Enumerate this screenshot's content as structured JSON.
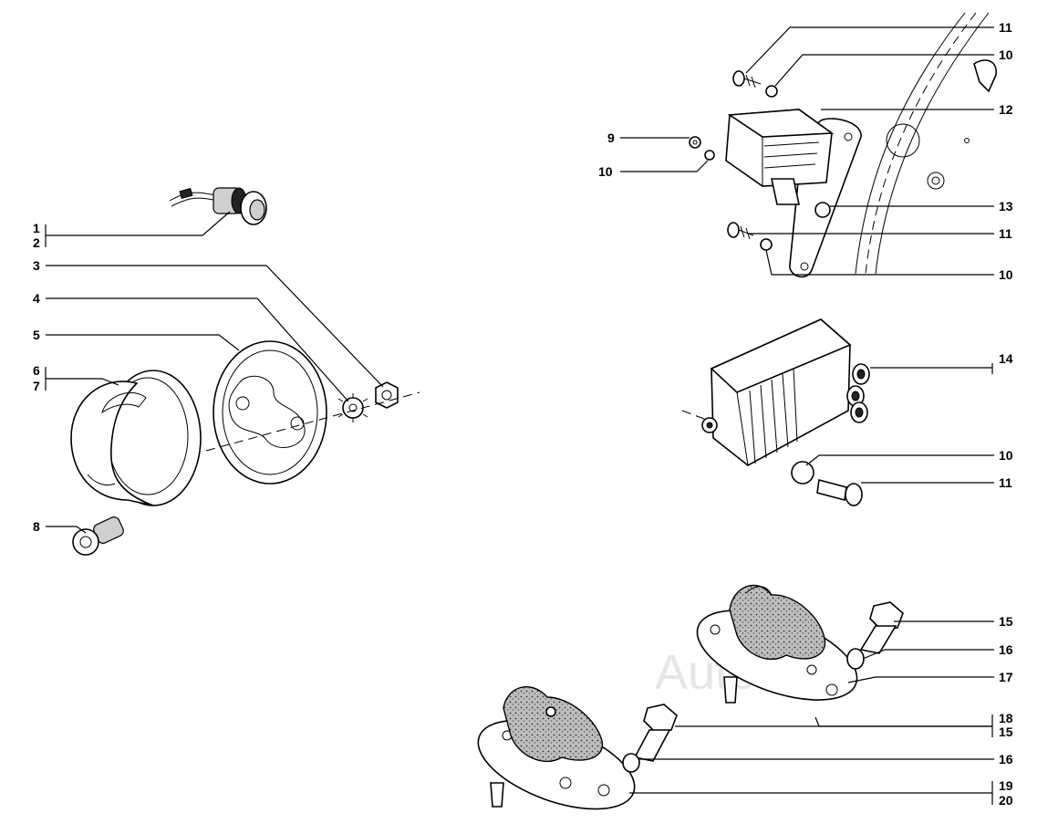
{
  "watermark": "AutoSoft",
  "callouts": {
    "c1": "1",
    "c2": "2",
    "c3": "3",
    "c4": "4",
    "c5": "5",
    "c6": "6",
    "c7": "7",
    "c8": "8",
    "c9": "9",
    "c10a": "10",
    "c11a": "11",
    "c10b": "10",
    "c12": "12",
    "c13": "13",
    "c11b": "11",
    "c10c": "10",
    "c14": "14",
    "c10d": "10",
    "c11c": "11",
    "c15a": "15",
    "c16a": "16",
    "c17": "17",
    "c18": "18",
    "c15b": "15",
    "c16b": "16",
    "c19": "19",
    "c20": "20"
  }
}
